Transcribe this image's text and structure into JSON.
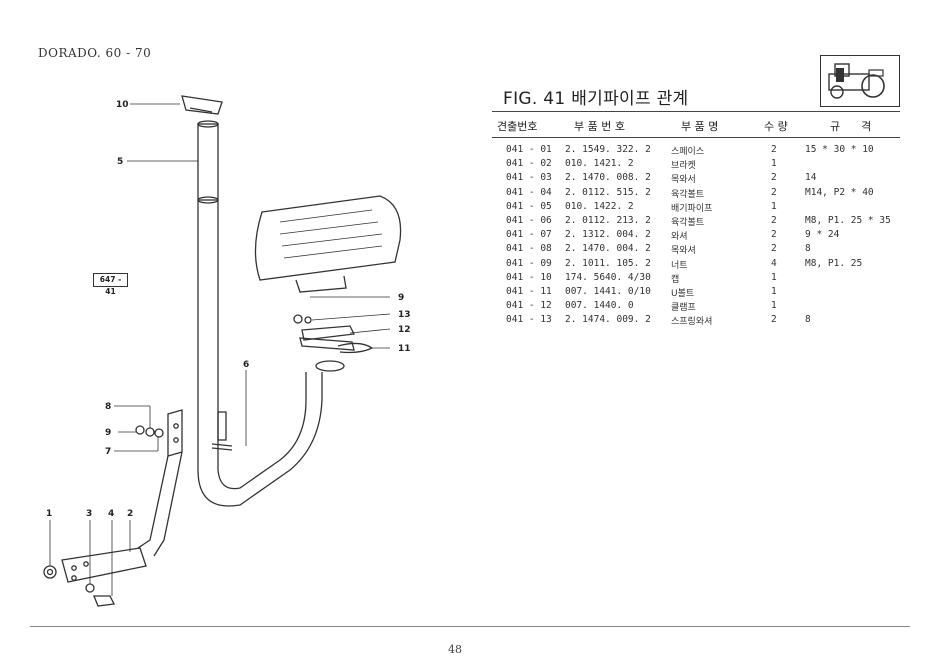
{
  "header": {
    "model": "DORADO. 60 - 70"
  },
  "figure": {
    "title": "FIG. 41 배기파이프 관계",
    "ref_tag": "647 - 41"
  },
  "table": {
    "columns": [
      "견출번호",
      "부 품 번 호",
      "부 품 명",
      "수 량",
      "규      격"
    ],
    "rows": [
      {
        "no": "041 - 01",
        "part": "2. 1549. 322. 2",
        "name": "스페이스",
        "qty": "2",
        "spec": "15 * 30 * 10"
      },
      {
        "no": "041 - 02",
        "part": "010. 1421. 2",
        "name": "브라켓",
        "qty": "1",
        "spec": ""
      },
      {
        "no": "041 - 03",
        "part": "2. 1470. 008. 2",
        "name": "목와서",
        "qty": "2",
        "spec": "14"
      },
      {
        "no": "041 - 04",
        "part": "2. 0112. 515. 2",
        "name": "육각볼트",
        "qty": "2",
        "spec": "M14,  P2 * 40"
      },
      {
        "no": "041 - 05",
        "part": "010. 1422. 2",
        "name": "배기파이프",
        "qty": "1",
        "spec": ""
      },
      {
        "no": "041 - 06",
        "part": "2. 0112. 213. 2",
        "name": "육각볼트",
        "qty": "2",
        "spec": "M8,  P1. 25 * 35"
      },
      {
        "no": "041 - 07",
        "part": "2. 1312. 004. 2",
        "name": "와셔",
        "qty": "2",
        "spec": "9 * 24"
      },
      {
        "no": "041 - 08",
        "part": "2. 1470. 004. 2",
        "name": "목와셔",
        "qty": "2",
        "spec": "8"
      },
      {
        "no": "041 - 09",
        "part": "2. 1011. 105. 2",
        "name": "너트",
        "qty": "4",
        "spec": "M8,  P1. 25"
      },
      {
        "no": "041 - 10",
        "part": "174. 5640. 4/30",
        "name": "캡",
        "qty": "1",
        "spec": ""
      },
      {
        "no": "041 - 11",
        "part": "007. 1441. 0/10",
        "name": "U볼트",
        "qty": "1",
        "spec": ""
      },
      {
        "no": "041 - 12",
        "part": "007. 1440. 0",
        "name": "클램프",
        "qty": "1",
        "spec": ""
      },
      {
        "no": "041 - 13",
        "part": "2. 1474. 009. 2",
        "name": "스프링와셔",
        "qty": "2",
        "spec": "8"
      }
    ]
  },
  "callouts": [
    "10",
    "5",
    "9",
    "13",
    "12",
    "11",
    "6",
    "8",
    "9",
    "7",
    "1",
    "3",
    "4",
    "2"
  ],
  "page_number": "48"
}
